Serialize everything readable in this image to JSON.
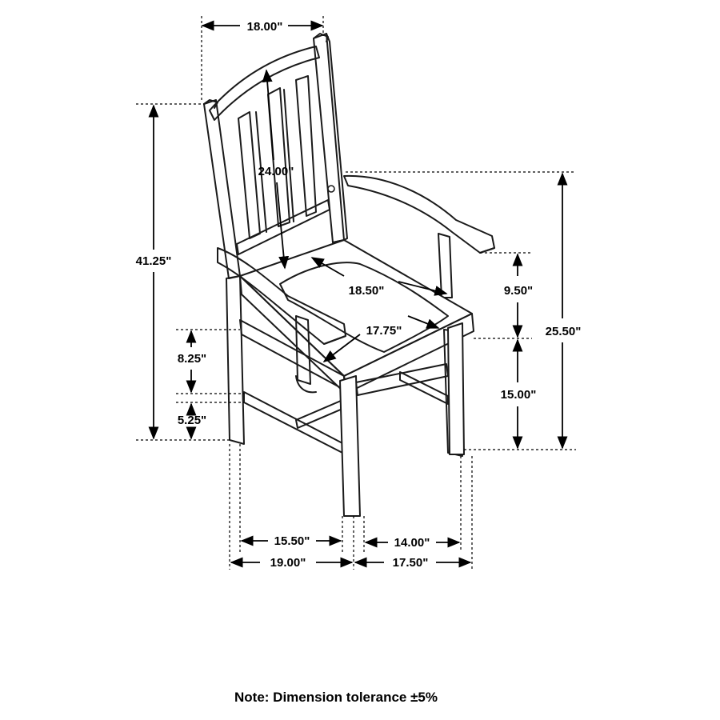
{
  "dimensions": {
    "top_width": "18.00\"",
    "total_height": "41.25\"",
    "back_height": "24.00\"",
    "seat_width": "18.50\"",
    "seat_depth": "17.75\"",
    "arm_height": "9.50\"",
    "arm_total_height": "25.50\"",
    "seat_height": "15.00\"",
    "stretcher_upper": "8.25\"",
    "stretcher_lower": "5.25\"",
    "inner_depth": "15.50\"",
    "inner_width": "14.00\"",
    "outer_depth": "19.00\"",
    "outer_width": "17.50\""
  },
  "note": "Note: Dimension tolerance ±5%"
}
